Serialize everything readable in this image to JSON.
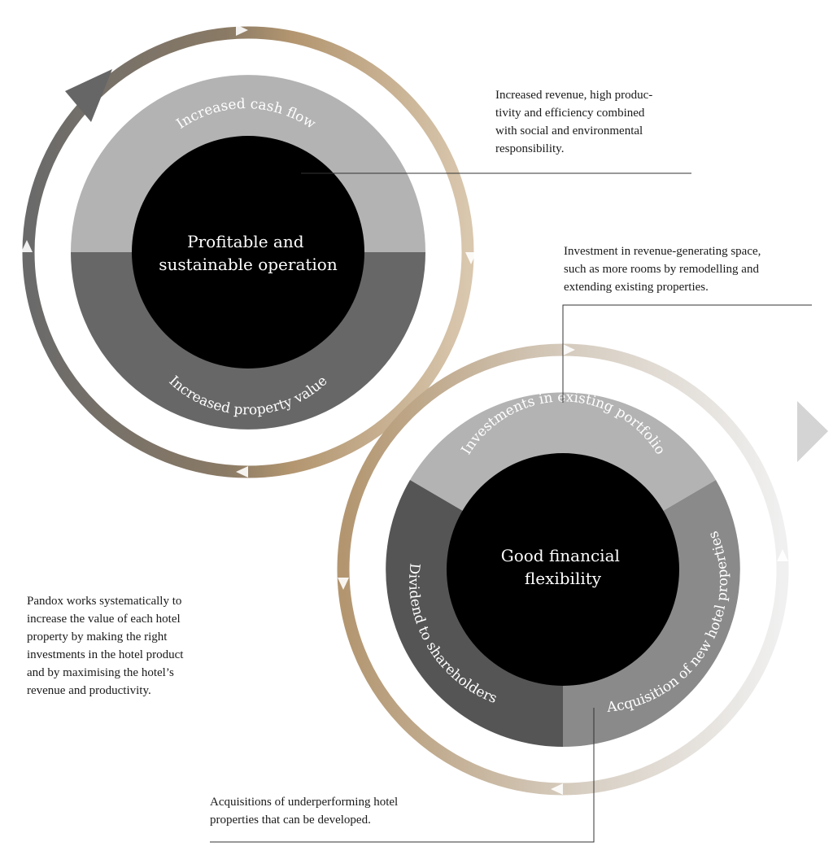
{
  "cycle_top": {
    "center_title": [
      "Profitable and",
      "sustainable operation"
    ],
    "top_segment": "Increased cash flow",
    "bottom_segment": "Increased property value"
  },
  "cycle_bottom": {
    "center_title": [
      "Good financial",
      "flexibility"
    ],
    "top_segment": "Investments in existing portfolio",
    "left_segment": "Dividend to shareholders",
    "right_segment": "Acquisition of new hotel properties"
  },
  "notes": {
    "revenue": "Increased revenue, high produc-\ntivity and efficiency combined\nwith social and environmental\nresponsibility.",
    "investment": "Investment in revenue-generating space,\nsuch as more rooms by remodelling and\nextending existing properties.",
    "pandox": "Pandox works systematically to\nincrease the value of each hotel\nproperty by making the right\ninvestments in the hotel product\nand by maximising the hotel’s\nrevenue and productivity.",
    "acquisitions": "Acquisitions of underperforming hotel\nproperties that can be developed."
  },
  "colors": {
    "gold": "#b39670",
    "gold_light": "#d8c8b0",
    "gray_dark": "#6a6a6a",
    "gray_mid": "#8a8a8a",
    "gray_light": "#b5b5b5",
    "segment_dark": "#555555",
    "core": "#000000"
  }
}
